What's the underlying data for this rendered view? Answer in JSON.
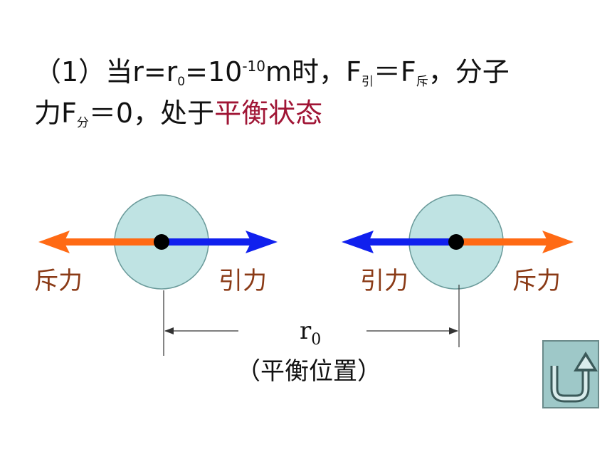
{
  "heading": {
    "open_paren": "（1）",
    "when": "当",
    "r_eq": "r=r",
    "sub_zero": "0",
    "eq_ten": "=10",
    "exp": "-10",
    "unit": "m",
    "time": "时，",
    "F": "F",
    "sub_attract": "引",
    "equals": "＝",
    "F2": "F",
    "sub_repel": "斥",
    "comma_mol": "，分子",
    "li": "力",
    "F3": "F",
    "sub_fen": "分",
    "eq_zero": "＝0，处于",
    "state": "平衡状态"
  },
  "diagram": {
    "left": {
      "repel_label": "斥力",
      "attract_label": "引力"
    },
    "right": {
      "attract_label": "引力",
      "repel_label": "斥力"
    },
    "distance_symbol": "r",
    "distance_sub": "0",
    "equilibrium_label": "（平衡位置）"
  },
  "colors": {
    "molecule_fill": "#bfe3e3",
    "repel_arrow": "#ff6a14",
    "attract_arrow": "#1020ee",
    "label_text": "#8a3a16",
    "highlight": "#a01535",
    "button_bg": "#9ec8c8",
    "button_icon": "#3b5a5a"
  },
  "nav": {
    "back_icon": "return-u-turn-icon"
  }
}
